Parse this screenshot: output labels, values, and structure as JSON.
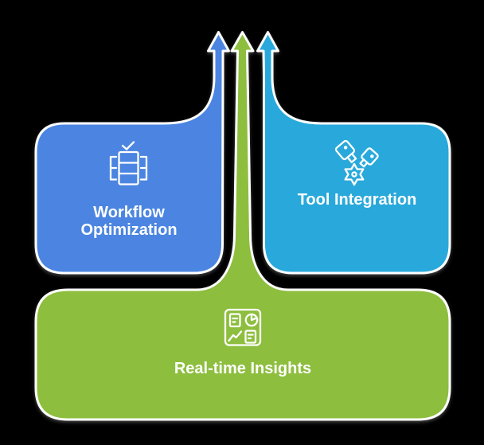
{
  "diagram": {
    "title": "process-improvement-diagram",
    "background": "#000000",
    "outline_color": "#ffffff",
    "text_color": "#ffffff",
    "nodes": {
      "workflow": {
        "line1": "Workflow",
        "line2": "Optimization",
        "color": "#4b85e1",
        "icon": "server-rack-check-icon",
        "arrow": "up"
      },
      "integration": {
        "label": "Tool Integration",
        "color": "#29a9db",
        "icon": "pistons-gear-icon",
        "arrow": "up"
      },
      "insights": {
        "label": "Real-time Insights",
        "color": "#8dbe3e",
        "icon": "dashboard-analytics-icon",
        "arrow": "up"
      }
    }
  }
}
